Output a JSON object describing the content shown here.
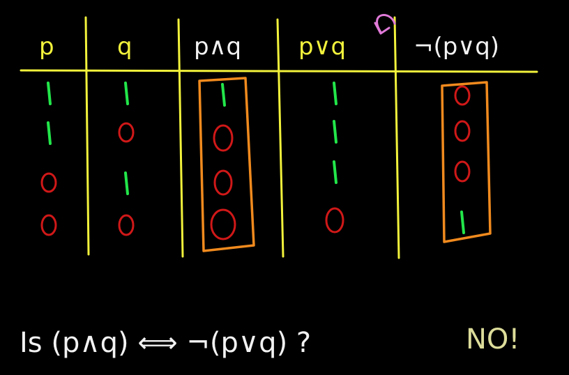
{
  "colors": {
    "background": "#000000",
    "yellow": "#f2f23c",
    "white": "#f2f2f2",
    "green": "#22e64a",
    "red": "#d01818",
    "orange": "#f08a1e",
    "pink": "#e07ad8",
    "cream": "#dcdc9a"
  },
  "headers": [
    "p",
    "q",
    "p∧q",
    "p∨q",
    "¬(p∨q)"
  ],
  "rows": [
    [
      "1",
      "1",
      "1",
      "1",
      "0"
    ],
    [
      "1",
      "0",
      "0",
      "1",
      "0"
    ],
    [
      "0",
      "1",
      "0",
      "1",
      "0"
    ],
    [
      "0",
      "0",
      "0",
      "0",
      "1"
    ]
  ],
  "question": {
    "text": "Is  (p∧q) ⟺ ¬(p∨q) ?",
    "answer": "NO!"
  }
}
